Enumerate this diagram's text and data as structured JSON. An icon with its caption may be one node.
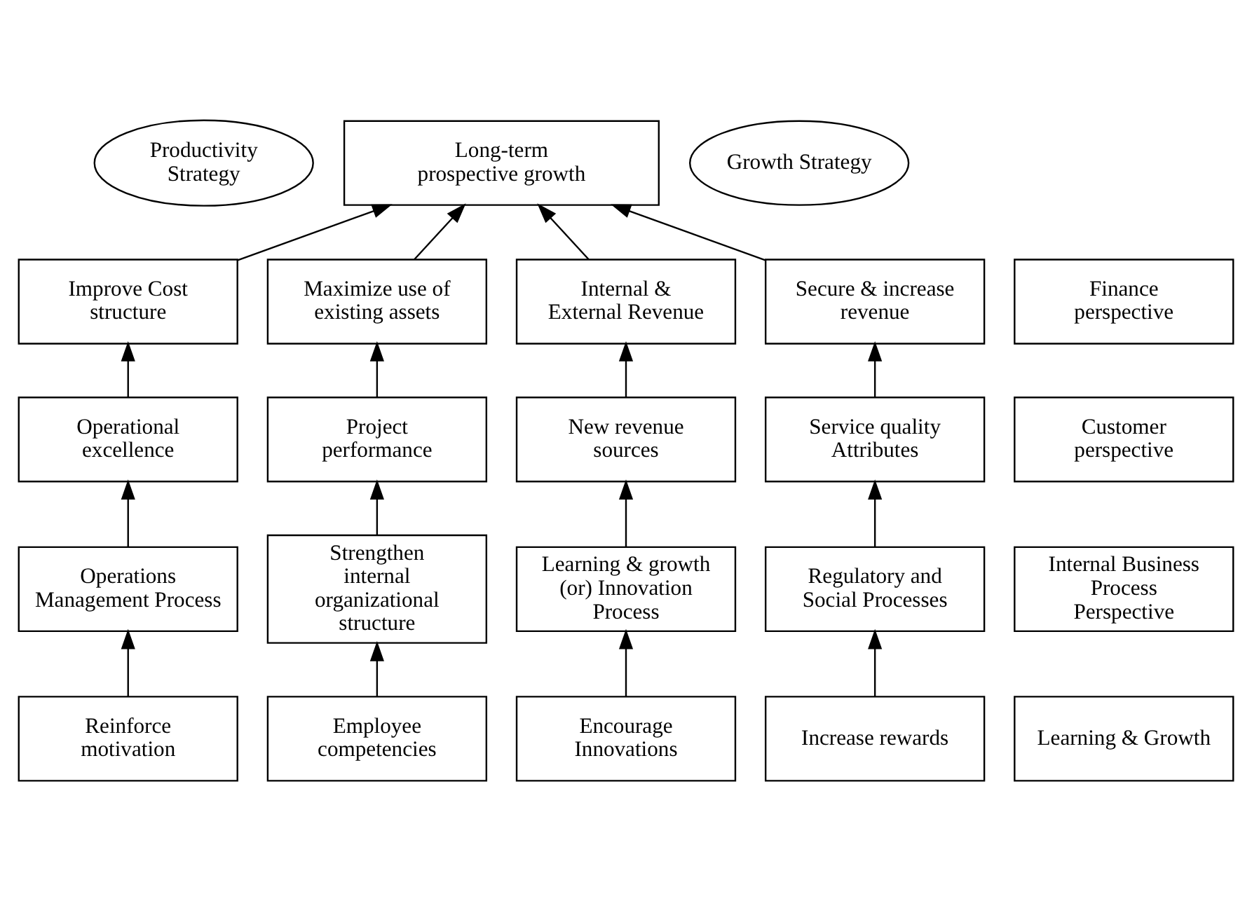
{
  "diagram": {
    "nodes": [
      {
        "text": [
          "Long-term prospective growth"
        ]
      },
      {
        "text": [
          "Productivity Strategy"
        ]
      },
      {
        "text": [
          "Growth Strategy"
        ]
      },
      {
        "text": [
          "Finance perspective"
        ]
      },
      {
        "text": [
          "Improve Cost structure"
        ]
      },
      {
        "text": [
          "Maximize use of existing assets"
        ]
      },
      {
        "text": [
          "Internal & External Revenue"
        ]
      },
      {
        "text": [
          "Secure & increase revenue"
        ]
      },
      {
        "text": [
          "Customer perspective"
        ]
      },
      {
        "text": [
          "Operational excellence"
        ]
      },
      {
        "text": [
          "Project performance"
        ]
      },
      {
        "text": [
          "New revenue sources"
        ]
      },
      {
        "text": [
          "Service quality Attributes"
        ]
      },
      {
        "text": [
          "Internal Business Process Perspective"
        ]
      },
      {
        "text": [
          "Operations Management Process"
        ]
      },
      {
        "text": [
          "Strengthen internal organizational structure"
        ]
      },
      {
        "text": [
          "Learning & growth (or) Innovation Process"
        ]
      },
      {
        "text": [
          "Regulatory and Social Processes"
        ]
      },
      {
        "text": [
          "Learning & Growth"
        ]
      },
      {
        "text": [
          "Reinforce motivation"
        ]
      },
      {
        "text": [
          "Employee competencies"
        ]
      },
      {
        "text": [
          "Encourage Innovations"
        ]
      },
      {
        "text": [
          "Increase rewards"
        ]
      }
    ],
    "edges": [
      {
        "from": 4,
        "to": 0,
        "arrow": "to"
      },
      {
        "from": 5,
        "to": 0,
        "arrow": "to"
      },
      {
        "from": 6,
        "to": 0,
        "arrow": "to"
      },
      {
        "from": 7,
        "to": 0,
        "arrow": "to"
      },
      {
        "from": 9,
        "to": 4,
        "arrow": "to"
      },
      {
        "from": 10,
        "to": 5,
        "arrow": "to"
      },
      {
        "from": 11,
        "to": 6,
        "arrow": "to"
      },
      {
        "from": 12,
        "to": 7,
        "arrow": "to"
      },
      {
        "from": 14,
        "to": 9,
        "arrow": "to"
      },
      {
        "from": 15,
        "to": 10,
        "arrow": "to"
      },
      {
        "from": 16,
        "to": 11,
        "arrow": "to"
      },
      {
        "from": 17,
        "to": 12,
        "arrow": "to"
      },
      {
        "from": 19,
        "to": 14,
        "arrow": "to"
      },
      {
        "from": 20,
        "to": 15,
        "arrow": "to"
      },
      {
        "from": 21,
        "to": 16,
        "arrow": "to"
      },
      {
        "from": 22,
        "to": 17,
        "arrow": "to"
      }
    ]
  }
}
